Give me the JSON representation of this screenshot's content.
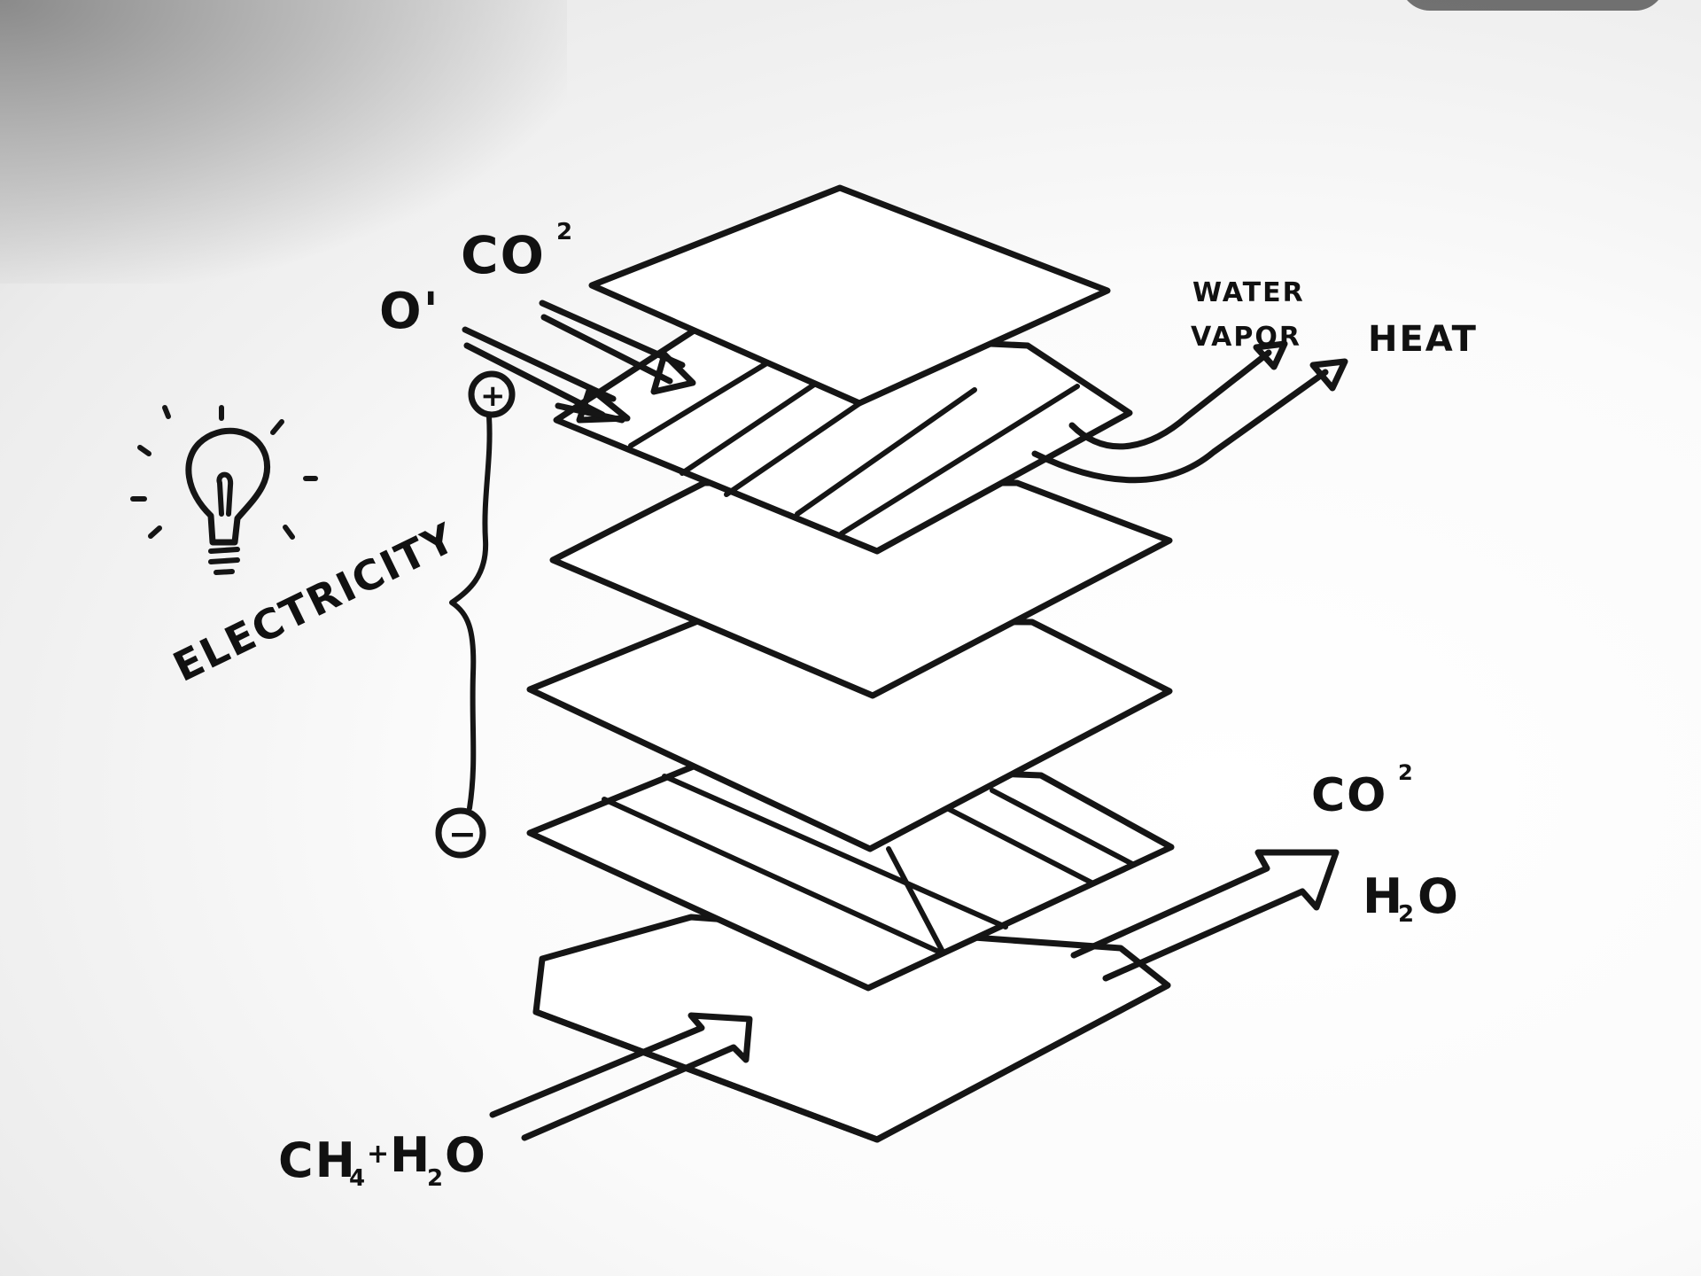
{
  "labels": {
    "o_prime": "O'",
    "co2_top": "CO",
    "co2_top_sup": "2",
    "water": "WATER",
    "vapor": "VAPOR",
    "heat": "HEAT",
    "electricity": "ELECTRICITY",
    "plus": "+",
    "minus": "−",
    "co2_right": "CO",
    "co2_right_sup": "2",
    "h2o_right_h": "H",
    "h2o_right_sub": "2",
    "h2o_right_o": "O",
    "input_ch": "CH",
    "input_ch_sub": "4",
    "input_plus": "+",
    "input_h": "H",
    "input_h_sub": "2",
    "input_o": "O"
  },
  "colors": {
    "ink": "#151515",
    "board": "#ffffff"
  },
  "icons": [
    "lightbulb-icon"
  ]
}
